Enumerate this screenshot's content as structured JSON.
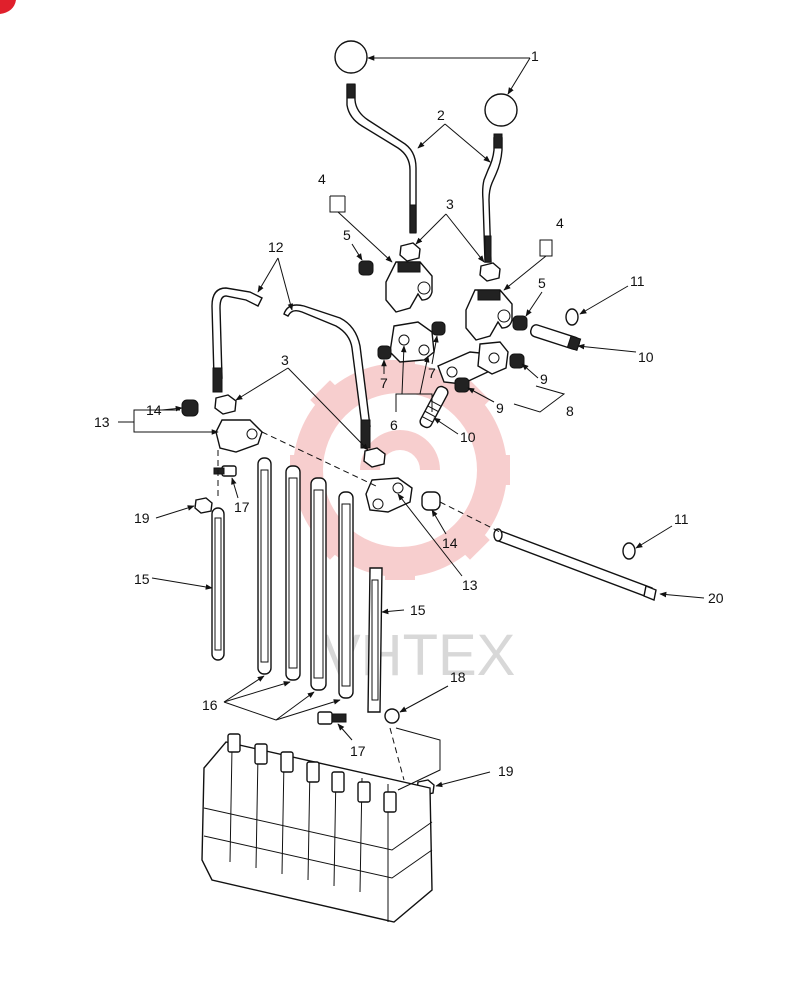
{
  "watermark": {
    "text": "VHTEX",
    "gear_color": "#f2a7a7",
    "text_color": "#d6d6d6"
  },
  "corner_mark_color": "#e0202c",
  "callouts": [
    {
      "id": "c1",
      "label": "1"
    },
    {
      "id": "c2",
      "label": "2"
    },
    {
      "id": "c3a",
      "label": "3"
    },
    {
      "id": "c3b",
      "label": "3"
    },
    {
      "id": "c4a",
      "label": "4"
    },
    {
      "id": "c4b",
      "label": "4"
    },
    {
      "id": "c5a",
      "label": "5"
    },
    {
      "id": "c5b",
      "label": "5"
    },
    {
      "id": "c6",
      "label": "6"
    },
    {
      "id": "c7a",
      "label": "7"
    },
    {
      "id": "c7b",
      "label": "7"
    },
    {
      "id": "c8",
      "label": "8"
    },
    {
      "id": "c9a",
      "label": "9"
    },
    {
      "id": "c9b",
      "label": "9"
    },
    {
      "id": "c10a",
      "label": "10"
    },
    {
      "id": "c10b",
      "label": "10"
    },
    {
      "id": "c11a",
      "label": "11"
    },
    {
      "id": "c11b",
      "label": "11"
    },
    {
      "id": "c12",
      "label": "12"
    },
    {
      "id": "c13a",
      "label": "13"
    },
    {
      "id": "c13b",
      "label": "13"
    },
    {
      "id": "c14a",
      "label": "14"
    },
    {
      "id": "c14b",
      "label": "14"
    },
    {
      "id": "c15a",
      "label": "15"
    },
    {
      "id": "c15b",
      "label": "15"
    },
    {
      "id": "c16",
      "label": "16"
    },
    {
      "id": "c17a",
      "label": "17"
    },
    {
      "id": "c17b",
      "label": "17"
    },
    {
      "id": "c18",
      "label": "18"
    },
    {
      "id": "c19a",
      "label": "19"
    },
    {
      "id": "c19b",
      "label": "19"
    },
    {
      "id": "c20",
      "label": "20"
    }
  ]
}
